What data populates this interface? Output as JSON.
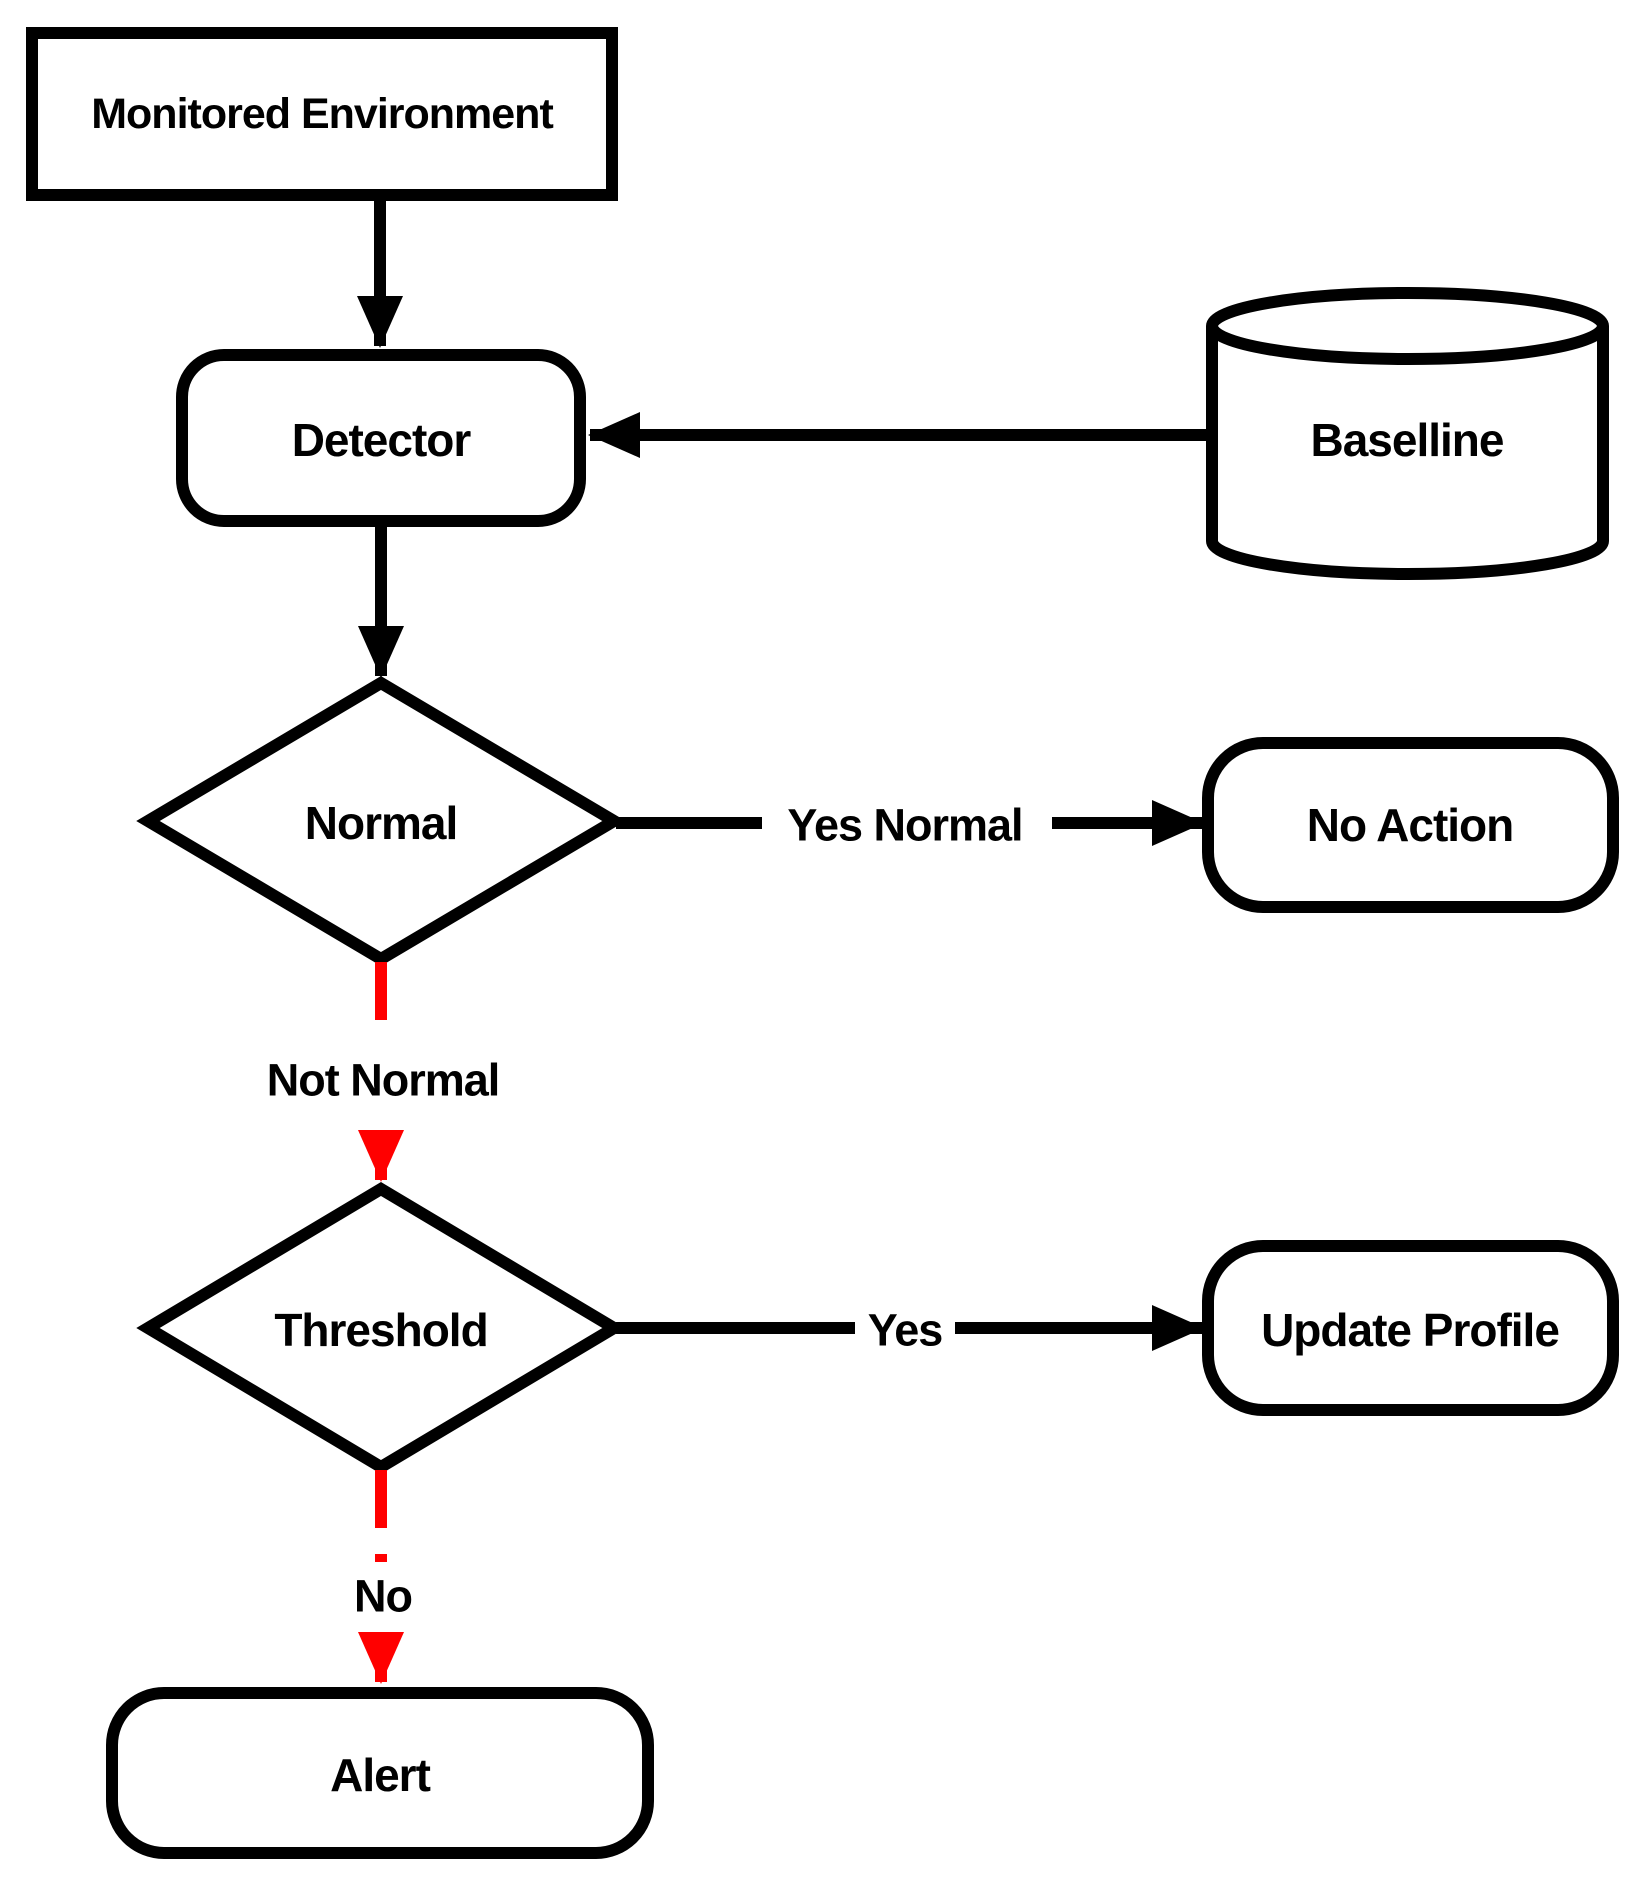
{
  "nodes": {
    "monitored_env": {
      "label": "Monitored Environment",
      "shape": "rectangle"
    },
    "detector": {
      "label": "Detector",
      "shape": "rounded-rectangle"
    },
    "baseline": {
      "label": "Baselline",
      "shape": "database-cylinder"
    },
    "normal": {
      "label": "Normal",
      "shape": "decision-diamond"
    },
    "no_action": {
      "label": "No Action",
      "shape": "rounded-rectangle"
    },
    "threshold": {
      "label": "Threshold",
      "shape": "decision-diamond"
    },
    "update_profile": {
      "label": "Update Profile",
      "shape": "rounded-rectangle"
    },
    "alert": {
      "label": "Alert",
      "shape": "rounded-rectangle"
    }
  },
  "edges": {
    "yes_normal_label": "Yes Normal",
    "not_normal_label": "Not Normal",
    "yes_label": "Yes",
    "no_label": "No"
  },
  "colors": {
    "detector_fill": "#e2efda",
    "normal_fill": "#f2f2f2",
    "threshold_fill": "#dce6f1",
    "edge_black": "#000000",
    "edge_red": "#ff0000",
    "alert_border": "#ff0000"
  }
}
